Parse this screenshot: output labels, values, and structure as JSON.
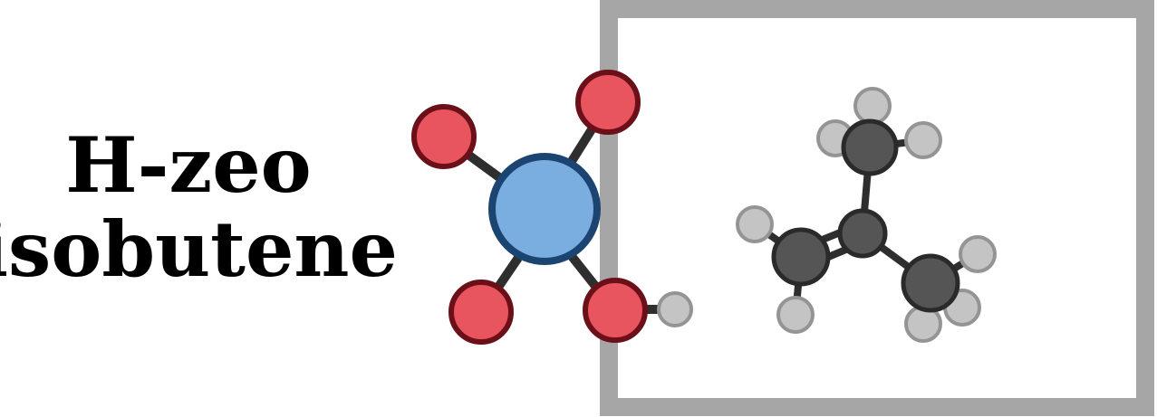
{
  "labels": {
    "line1": "H-zeo",
    "line2": "isobutene"
  },
  "colors": {
    "background": "#ffffff",
    "frame": "#a6a6a6",
    "bond": "#2e2e2e",
    "oxygen_fill": "#e8555f",
    "oxygen_stroke": "#6b1018",
    "silicon_fill": "#7aaee0",
    "silicon_stroke": "#1c4470",
    "carbon_fill": "#555555",
    "carbon_stroke": "#2a2a2a",
    "hydrogen_fill": "#c4c4c4",
    "hydrogen_stroke": "#949494"
  },
  "molecules": {
    "zeolite_fragment": {
      "atoms": [
        "Si",
        "O",
        "O",
        "O",
        "O",
        "H"
      ]
    },
    "isobutene": {
      "atoms": [
        "C",
        "C",
        "C",
        "C",
        "H",
        "H",
        "H",
        "H",
        "H",
        "H",
        "H",
        "H"
      ]
    }
  }
}
